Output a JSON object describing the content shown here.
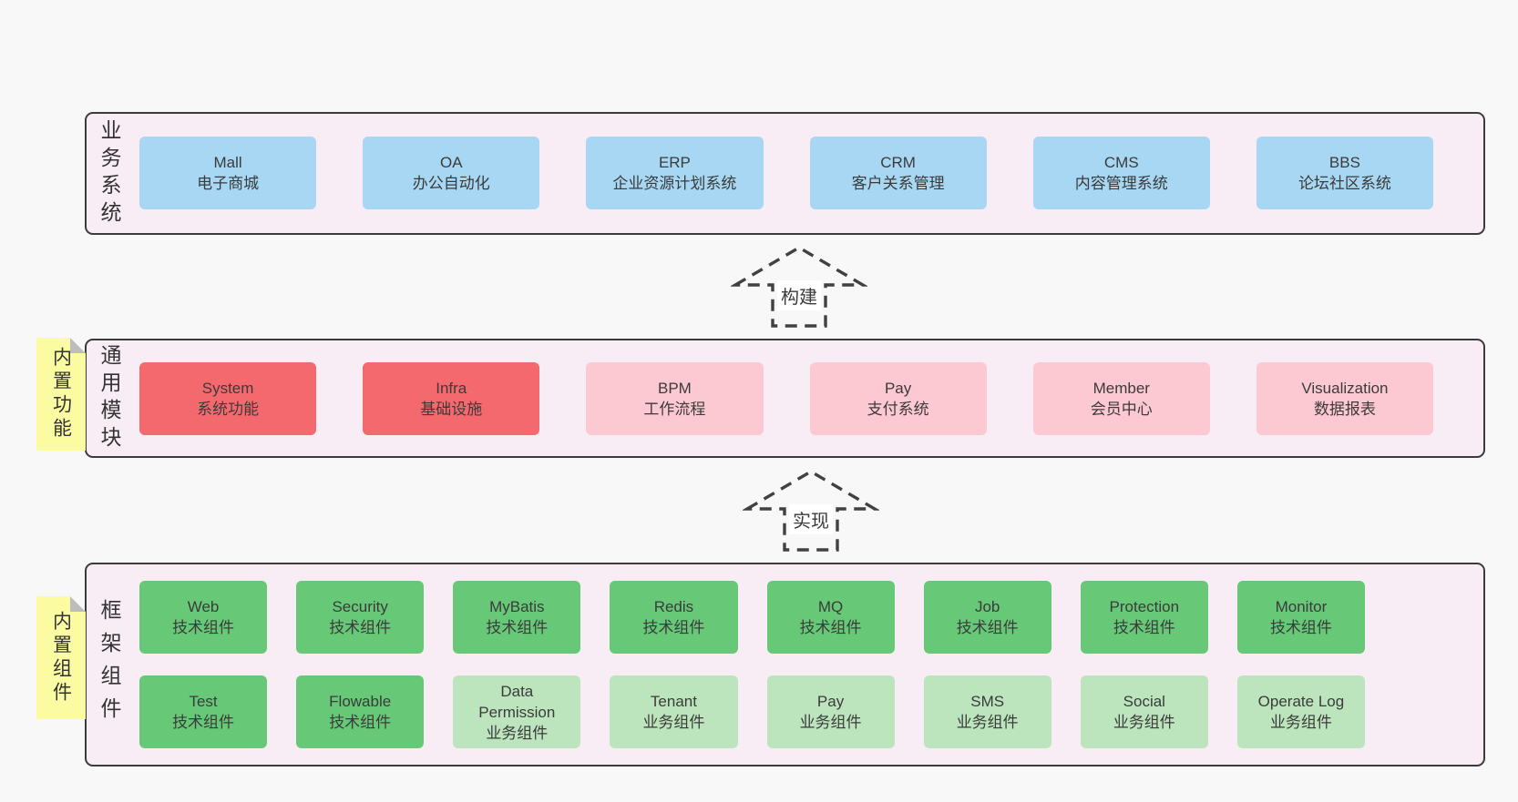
{
  "palette": {
    "page_bg": "#f8f8f8",
    "container_fill": "#f8ecf5",
    "container_border": "#3b3b3b",
    "blue": "#a7d7f2",
    "red": "#f4696e",
    "pink": "#fcc9d2",
    "green": "#67c878",
    "green_light": "#bce4bd",
    "note_yellow": "#fbfba2",
    "note_fold": "#bdbdbd",
    "text": "#3b3b3b"
  },
  "layers": [
    {
      "id": "business-systems",
      "label": "业务系统",
      "rows": [
        [
          {
            "name": "Mall",
            "desc": "电子商城",
            "variant": "blue"
          },
          {
            "name": "OA",
            "desc": "办公自动化",
            "variant": "blue"
          },
          {
            "name": "ERP",
            "desc": "企业资源计划系统",
            "variant": "blue"
          },
          {
            "name": "CRM",
            "desc": "客户关系管理",
            "variant": "blue"
          },
          {
            "name": "CMS",
            "desc": "内容管理系统",
            "variant": "blue"
          },
          {
            "name": "BBS",
            "desc": "论坛社区系统",
            "variant": "blue"
          }
        ]
      ]
    },
    {
      "id": "common-modules",
      "label": "通用模块",
      "note": "内置功能",
      "rows": [
        [
          {
            "name": "System",
            "desc": "系统功能",
            "variant": "red"
          },
          {
            "name": "Infra",
            "desc": "基础设施",
            "variant": "red"
          },
          {
            "name": "BPM",
            "desc": "工作流程",
            "variant": "pink"
          },
          {
            "name": "Pay",
            "desc": "支付系统",
            "variant": "pink"
          },
          {
            "name": "Member",
            "desc": "会员中心",
            "variant": "pink"
          },
          {
            "name": "Visualization",
            "desc": "数据报表",
            "variant": "pink"
          }
        ]
      ]
    },
    {
      "id": "framework-components",
      "label": "框架组件",
      "note": "内置组件",
      "rows": [
        [
          {
            "name": "Web",
            "desc": "技术组件",
            "variant": "green"
          },
          {
            "name": "Security",
            "desc": "技术组件",
            "variant": "green"
          },
          {
            "name": "MyBatis",
            "desc": "技术组件",
            "variant": "green"
          },
          {
            "name": "Redis",
            "desc": "技术组件",
            "variant": "green"
          },
          {
            "name": "MQ",
            "desc": "技术组件",
            "variant": "green"
          },
          {
            "name": "Job",
            "desc": "技术组件",
            "variant": "green"
          },
          {
            "name": "Protection",
            "desc": "技术组件",
            "variant": "green"
          },
          {
            "name": "Monitor",
            "desc": "技术组件",
            "variant": "green"
          }
        ],
        [
          {
            "name": "Test",
            "desc": "技术组件",
            "variant": "green"
          },
          {
            "name": "Flowable",
            "desc": "技术组件",
            "variant": "green"
          },
          {
            "name": "Data Permission",
            "desc": "业务组件",
            "variant": "green_light"
          },
          {
            "name": "Tenant",
            "desc": "业务组件",
            "variant": "green_light"
          },
          {
            "name": "Pay",
            "desc": "业务组件",
            "variant": "green_light"
          },
          {
            "name": "SMS",
            "desc": "业务组件",
            "variant": "green_light"
          },
          {
            "name": "Social",
            "desc": "业务组件",
            "variant": "green_light"
          },
          {
            "name": "Operate Log",
            "desc": "业务组件",
            "variant": "green_light"
          }
        ]
      ]
    }
  ],
  "arrows": [
    {
      "label": "构建"
    },
    {
      "label": "实现"
    }
  ]
}
